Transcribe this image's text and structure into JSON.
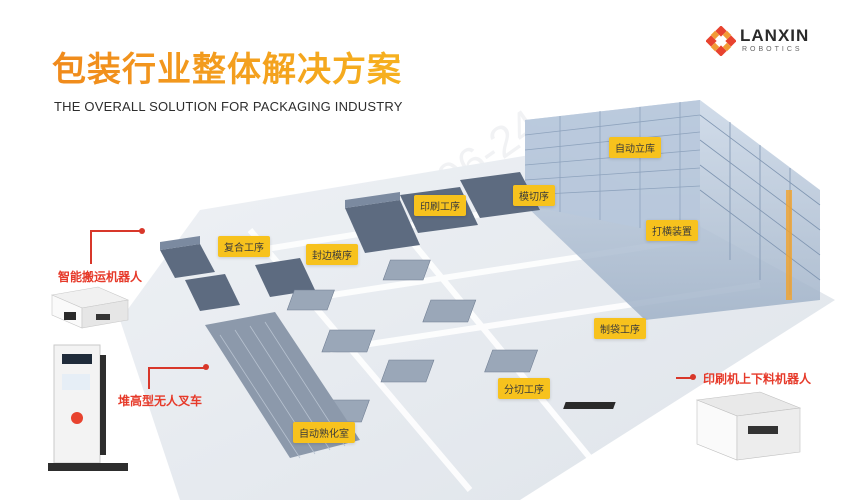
{
  "title_cn": "包装行业整体解决方案",
  "title_en": "THE OVERALL SOLUTION FOR PACKAGING INDUSTRY",
  "logo": {
    "name": "LANXIN",
    "sub": "ROBOTICS"
  },
  "watermark": "2024-06-24",
  "areas": {
    "auto_warehouse": "自动立库",
    "printing_process": "印刷工序",
    "die_cutting": "模切序",
    "composite_process": "复合工序",
    "side_seal_process": "封边模序",
    "pallet_device": "打横装置",
    "bag_making_process": "制袋工序",
    "slitting_process": "分切工序",
    "aging_room": "自动熟化室"
  },
  "callouts": {
    "handling_robot": "智能搬运机器人",
    "stacker_forklift": "堆高型无人叉车",
    "printer_loading_robot": "印刷机上下料机器人"
  },
  "colors": {
    "accent": "#f5a623",
    "callout": "#e63a2a",
    "tag": "#f7c21d"
  }
}
